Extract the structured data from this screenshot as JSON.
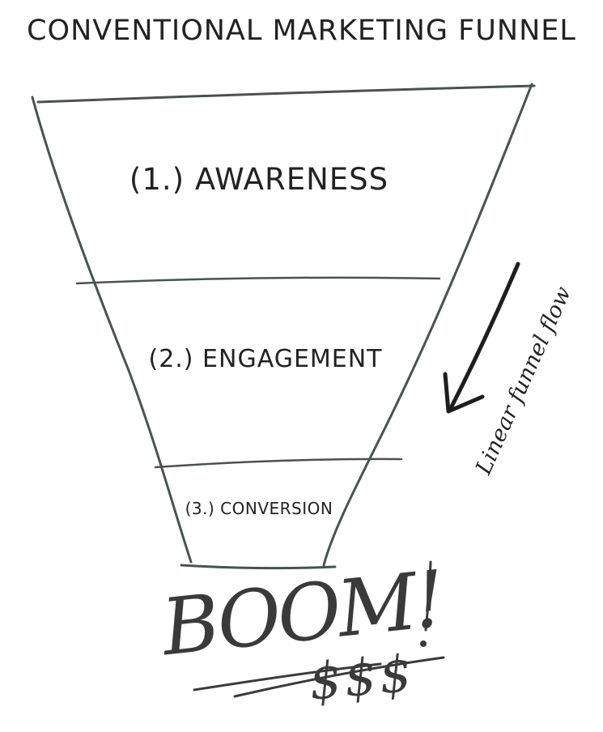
{
  "title": "CONVENTIONAL MARKETING FUNNEL",
  "stages": [
    {
      "label": "(1.) AWARENESS"
    },
    {
      "label": "(2.) ENGAGEMENT"
    },
    {
      "label": "(3.) CONVERSION"
    }
  ],
  "flow_label": "Linear funnel flow",
  "outcome": {
    "exclamation": "BOOM!",
    "money": "$$$"
  },
  "colors": {
    "ink": "#4a5250",
    "text": "#222222"
  }
}
